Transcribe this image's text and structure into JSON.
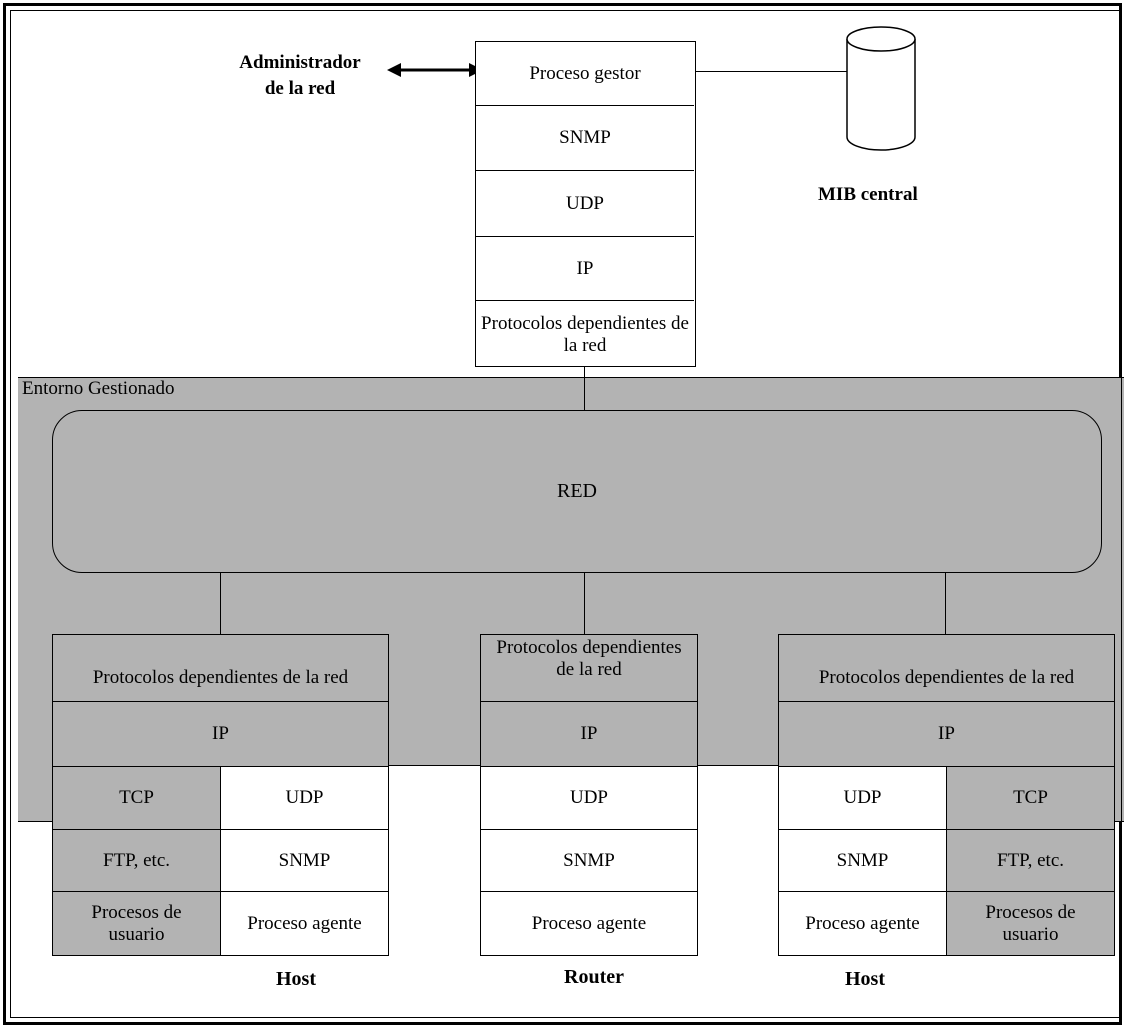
{
  "manager": {
    "admin_label_line1": "Administrador",
    "admin_label_line2": "de la red",
    "layers": [
      "Proceso gestor",
      "SNMP",
      "UDP",
      "IP",
      "Protocolos dependientes de la red"
    ]
  },
  "mib": {
    "label": "MIB central"
  },
  "environment": {
    "label": "Entorno Gestionado"
  },
  "network": {
    "label": "RED"
  },
  "host_left": {
    "net_protocols": "Protocolos dependientes de la red",
    "ip": "IP",
    "tcp": "TCP",
    "ftp": "FTP, etc.",
    "user_procs_1": "Procesos de",
    "user_procs_2": "usuario",
    "udp": "UDP",
    "snmp": "SNMP",
    "agent": "Proceso agente",
    "caption": "Host"
  },
  "router": {
    "net_protocols_1": "Protocolos dependientes",
    "net_protocols_2": "de la red",
    "ip": "IP",
    "udp": "UDP",
    "snmp": "SNMP",
    "agent": "Proceso agente",
    "caption": "Router"
  },
  "host_right": {
    "net_protocols": "Protocolos dependientes de la red",
    "ip": "IP",
    "udp": "UDP",
    "snmp": "SNMP",
    "agent": "Proceso agente",
    "tcp": "TCP",
    "ftp": "FTP, etc.",
    "user_procs_1": "Procesos de",
    "user_procs_2": "usuario",
    "caption": "Host"
  }
}
